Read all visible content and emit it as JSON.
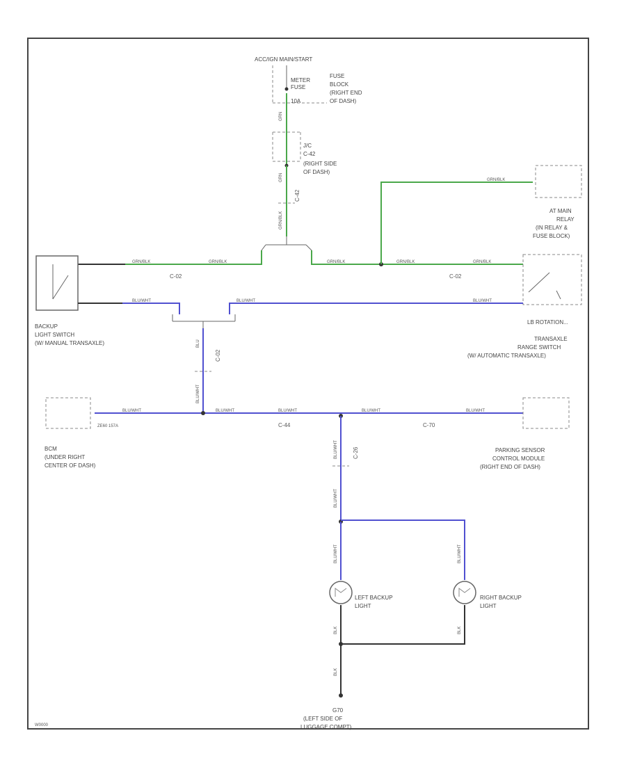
{
  "components": {
    "top_supply": "ACC/IGN MAIN/START",
    "meter_fuse": [
      "METER",
      "FUSE",
      "10A"
    ],
    "fuse_block": [
      "FUSE",
      "BLOCK",
      "(RIGHT END",
      "OF DASH)"
    ],
    "jc": [
      "J/C",
      "C-42",
      "(RIGHT SIDE",
      "OF DASH)"
    ],
    "at_relay": [
      "AT MAIN",
      "RELAY",
      "(IN RELAY &",
      "FUSE BLOCK)"
    ],
    "backup_switch": [
      "BACKUP",
      "LIGHT SWITCH",
      "(W/ MANUAL TRANSAXLE)"
    ],
    "range_switch": [
      "LB ROTATION...",
      "TRANSAXLE",
      "RANGE SWITCH",
      "(W/ AUTOMATIC TRANSAXLE)"
    ],
    "bcm": [
      "BCM",
      "(UNDER RIGHT",
      "CENTER OF DASH)"
    ],
    "parking_sensor": [
      "PARKING SENSOR",
      "CONTROL MODULE",
      "(RIGHT END OF DASH)"
    ],
    "left_backup": [
      "LEFT BACKUP",
      "LIGHT"
    ],
    "right_backup": [
      "RIGHT BACKUP",
      "LIGHT"
    ],
    "ground": [
      "G70",
      "(LEFT SIDE OF",
      "LUGGAGE COMPT)"
    ]
  },
  "connectors": {
    "c02_left": "C-02",
    "c02_right": "C-02",
    "c44": "C-44",
    "c70": "C-70",
    "c26": "C-26",
    "c42v": "C-42",
    "c02v": "C-02",
    "bcm_pin": "ZE60 157A"
  },
  "wires": {
    "grn": "GRN/BLK",
    "blu": "BLU/WHT",
    "blk": "BLK",
    "grn_v": "GRN",
    "blu_v": "BLU",
    "blu_v2": "BLU/WHT"
  },
  "footer_code": "W0000"
}
